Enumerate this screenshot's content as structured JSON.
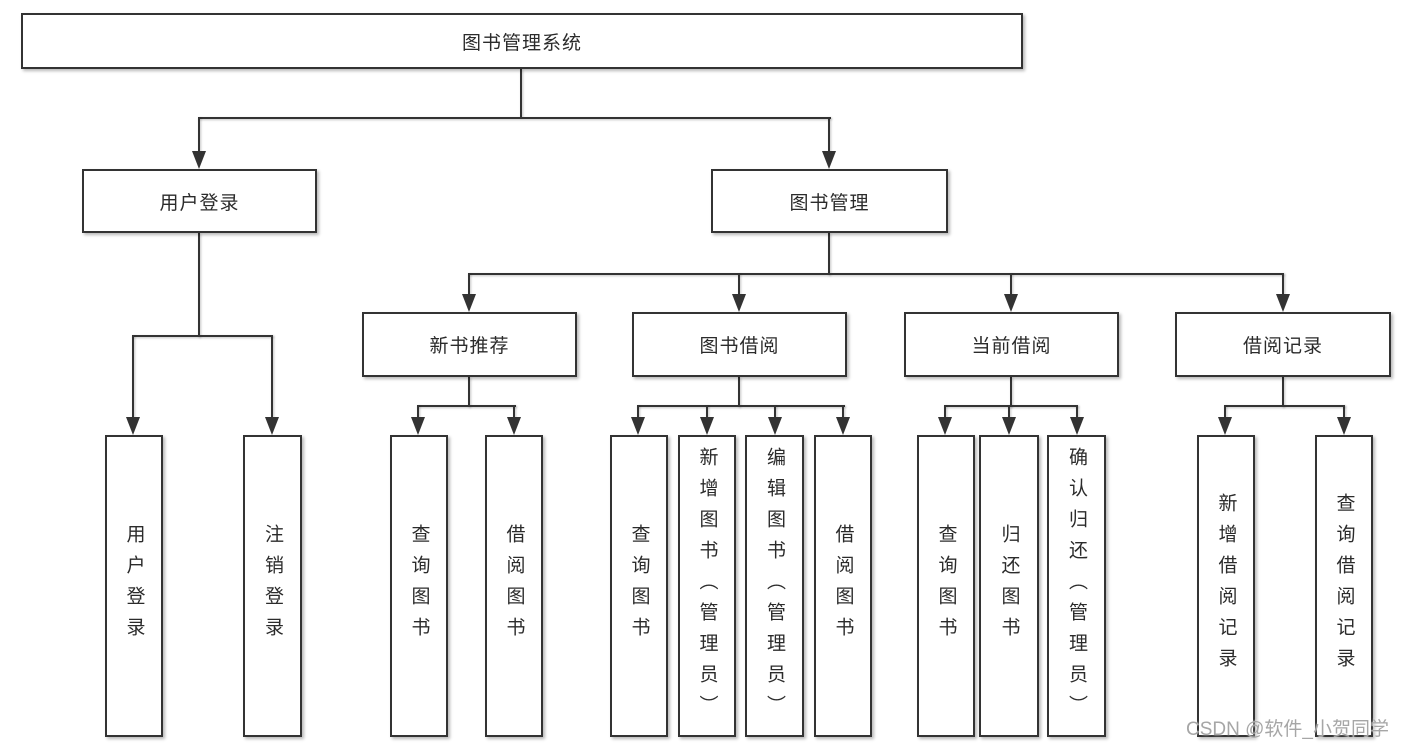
{
  "diagram": {
    "type": "hierarchy-tree",
    "colors": {
      "background": "#ffffff",
      "line": "#333333",
      "box_border": "#333333",
      "text": "#2b2b2b",
      "watermark": "#a6a6a6"
    },
    "tree": {
      "label": "图书管理系统",
      "children": [
        {
          "label": "用户登录",
          "children": [
            {
              "label": "用户登录"
            },
            {
              "label": "注销登录"
            }
          ]
        },
        {
          "label": "图书管理",
          "children": [
            {
              "label": "新书推荐",
              "children": [
                {
                  "label": "查询图书"
                },
                {
                  "label": "借阅图书"
                }
              ]
            },
            {
              "label": "图书借阅",
              "children": [
                {
                  "label": "查询图书"
                },
                {
                  "label": "新增图书（管理员）"
                },
                {
                  "label": "编辑图书（管理员）"
                },
                {
                  "label": "借阅图书"
                }
              ]
            },
            {
              "label": "当前借阅",
              "children": [
                {
                  "label": "查询图书"
                },
                {
                  "label": "归还图书"
                },
                {
                  "label": "确认归还（管理员）"
                }
              ]
            },
            {
              "label": "借阅记录",
              "children": [
                {
                  "label": "新增借阅记录"
                },
                {
                  "label": "查询借阅记录"
                }
              ]
            }
          ]
        }
      ]
    },
    "watermark": "CSDN @软件_小贺同学"
  }
}
